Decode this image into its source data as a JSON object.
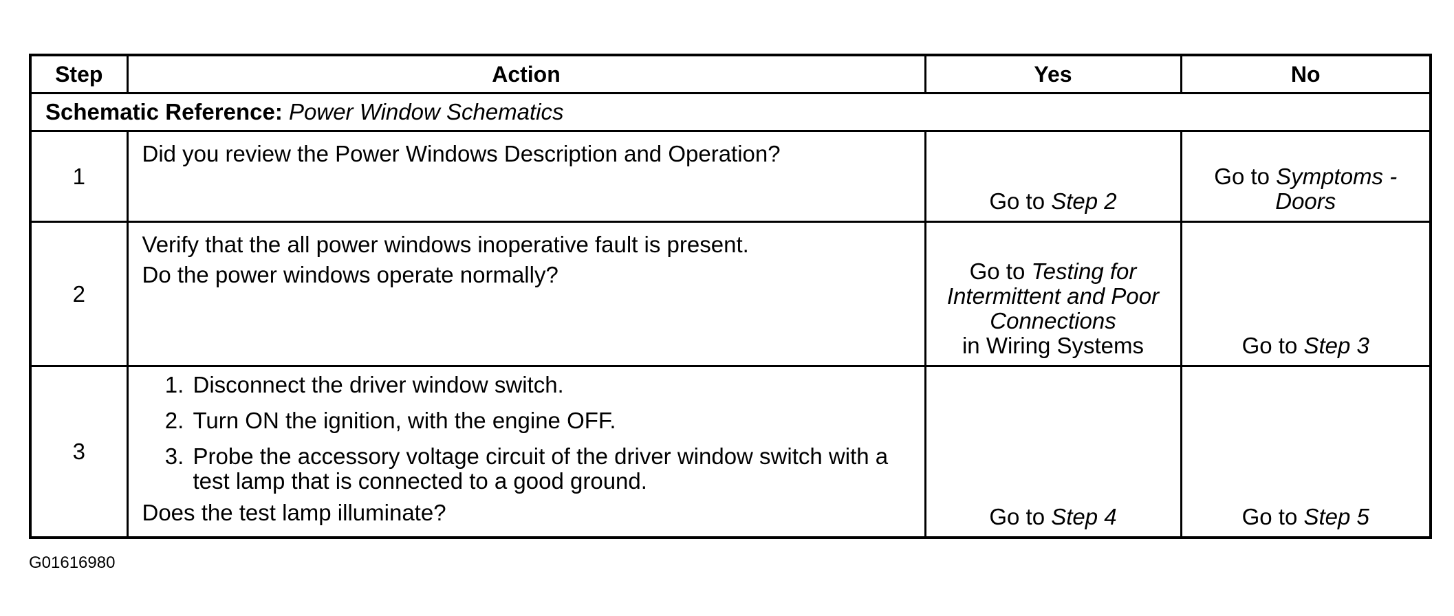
{
  "table": {
    "headers": {
      "step": "Step",
      "action": "Action",
      "yes": "Yes",
      "no": "No"
    },
    "reference": {
      "label": "Schematic Reference:",
      "value": "Power Window Schematics"
    },
    "rows": [
      {
        "step": "1",
        "action_lines": [
          "Did you review the Power Windows Description and Operation?"
        ],
        "yes": {
          "prefix": "Go to ",
          "link": "Step 2"
        },
        "no": {
          "prefix": "Go to ",
          "link": "Symptoms - Doors"
        }
      },
      {
        "step": "2",
        "action_lines": [
          "Verify that the all power windows inoperative fault is present.",
          "Do the power windows operate normally?"
        ],
        "yes": {
          "prefix": "Go to ",
          "link": "Testing for Intermittent and Poor Connections",
          "suffix": "in Wiring Systems"
        },
        "no": {
          "prefix": "Go to ",
          "link": "Step 3"
        }
      },
      {
        "step": "3",
        "action_steps": [
          "Disconnect the driver window switch.",
          "Turn ON the ignition, with the engine OFF.",
          "Probe the accessory voltage circuit of the driver window switch with a test lamp that is connected to a good ground."
        ],
        "action_question": "Does the test lamp illuminate?",
        "yes": {
          "prefix": "Go to ",
          "link": "Step 4"
        },
        "no": {
          "prefix": "Go to ",
          "link": "Step 5"
        }
      }
    ]
  },
  "figure_id": "G01616980"
}
